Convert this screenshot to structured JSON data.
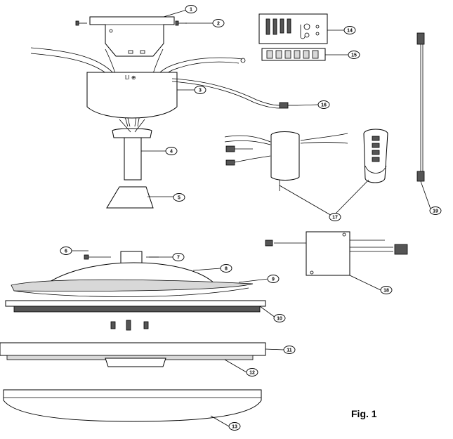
{
  "figure": {
    "label": "Fig. 1"
  },
  "callouts": [
    {
      "id": "c1",
      "label": "1"
    },
    {
      "id": "c2",
      "label": "2"
    },
    {
      "id": "c3",
      "label": "3"
    },
    {
      "id": "c4",
      "label": "4"
    },
    {
      "id": "c5",
      "label": "5"
    },
    {
      "id": "c6",
      "label": "6"
    },
    {
      "id": "c7",
      "label": "7"
    },
    {
      "id": "c8",
      "label": "8"
    },
    {
      "id": "c9",
      "label": "9"
    },
    {
      "id": "c10",
      "label": "10"
    },
    {
      "id": "c11",
      "label": "11"
    },
    {
      "id": "c12",
      "label": "12"
    },
    {
      "id": "c13",
      "label": "13"
    },
    {
      "id": "c14",
      "label": "14"
    },
    {
      "id": "c15",
      "label": "15"
    },
    {
      "id": "c16",
      "label": "16"
    },
    {
      "id": "c17",
      "label": "17"
    },
    {
      "id": "c18",
      "label": "18"
    },
    {
      "id": "c19",
      "label": "19"
    }
  ]
}
